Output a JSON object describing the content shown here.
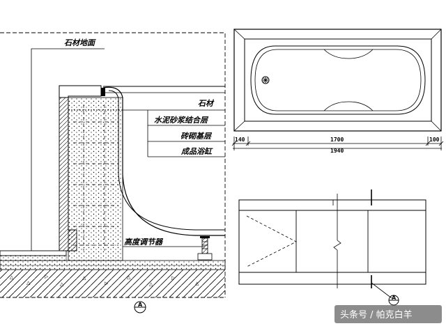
{
  "labels": {
    "stone_floor": "石材地面",
    "stone": "石材",
    "cement_mortar": "水泥砂浆结合层",
    "brick_base": "砖砌基层",
    "bathtub": "成品浴缸",
    "height_adjuster": "高度调节器"
  },
  "dimensions": {
    "left": "140",
    "middle": "1700",
    "right": "100",
    "total": "1940"
  },
  "section_mark": "A",
  "watermark": "头条号 / 帕克白羊"
}
